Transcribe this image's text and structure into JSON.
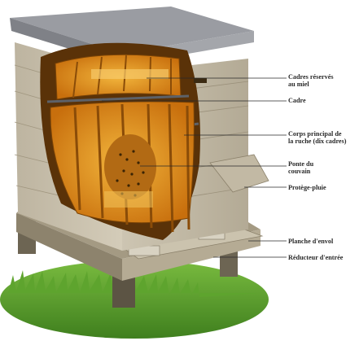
{
  "labels": [
    {
      "id": "cadres-reserves",
      "line1": "Cadres réservés",
      "line2": "au miel"
    },
    {
      "id": "cadre",
      "line1": "Cadre",
      "line2": ""
    },
    {
      "id": "corps-principal",
      "line1": "Corps principal de",
      "line2": "la ruche (dix cadres)"
    },
    {
      "id": "ponte",
      "line1": "Ponte du",
      "line2": "couvain"
    },
    {
      "id": "protege-pluie",
      "line1": "Protège-pluie",
      "line2": ""
    },
    {
      "id": "planche-envol",
      "line1": "Planche d'envol",
      "line2": ""
    },
    {
      "id": "reducteur",
      "line1": "Réducteur d'entrée",
      "line2": ""
    }
  ],
  "colors": {
    "wood_light": "#c9c1ae",
    "wood_mid": "#a99f88",
    "wood_dark": "#7c725e",
    "roof": "#8f9196",
    "honey": "#e39a1d",
    "honey_dark": "#b8650a",
    "grass": "#4f9a2a",
    "leader_line": "#2a2a2a"
  }
}
